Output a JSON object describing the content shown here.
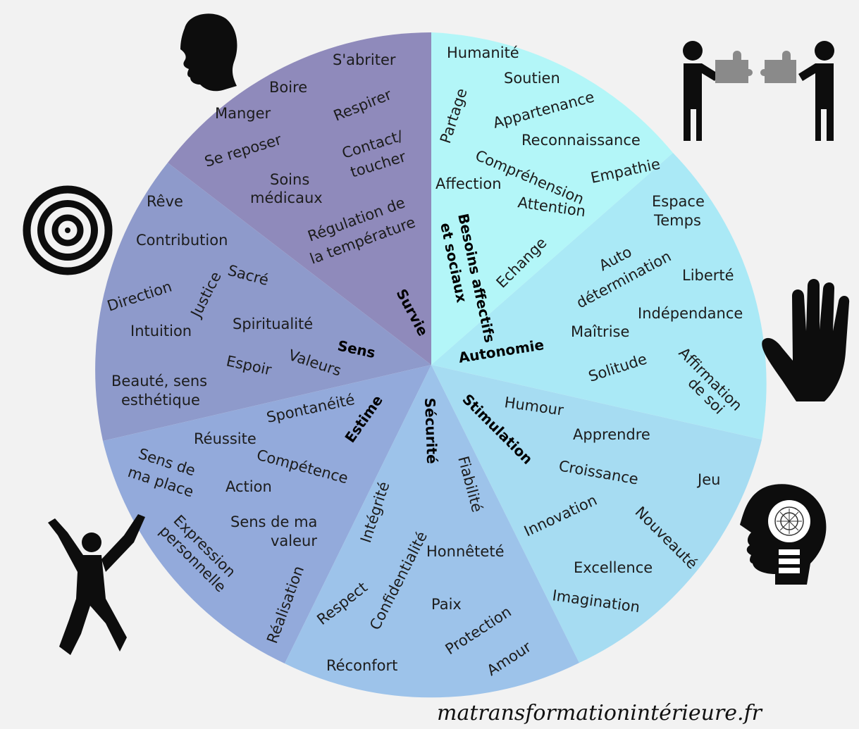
{
  "colors": {
    "survie": "#8f8abb",
    "sens": "#8e9acb",
    "estime": "#93aadb",
    "securite": "#9dc3ea",
    "stimulation": "#a6dcf2",
    "autonomie": "#aae9f6",
    "affectifs": "#b3f6f8",
    "icon": "#0d0d0d",
    "puzzle": "#8a8a8a"
  },
  "icons": [
    "head-icon",
    "puzzle-handshake-icon",
    "spiral-icon",
    "raised-hand-icon",
    "lightbulb-head-icon",
    "jumping-person-icon"
  ],
  "categories": {
    "survie": "Survie",
    "affectifs_1": "Besoins affectifs",
    "affectifs_2": "et sociaux",
    "autonomie": "Autonomie",
    "stimulation": "Stimulation",
    "securite": "Sécurité",
    "estime": "Estime",
    "sens": "Sens"
  },
  "needs": {
    "survie": {
      "abriter": "S'abriter",
      "boire": "Boire",
      "manger": "Manger",
      "respirer": "Respirer",
      "reposer": "Se reposer",
      "contact": "Contact/",
      "toucher": "toucher",
      "soins": "Soins",
      "medicaux": "médicaux",
      "regulation": "Régulation de",
      "temperature": "la température"
    },
    "affectifs": {
      "humanite": "Humanité",
      "soutien": "Soutien",
      "partage": "Partage",
      "appartenance": "Appartenance",
      "reconnaissance": "Reconnaissance",
      "comprehension": "Compréhension",
      "empathie": "Empathie",
      "affection": "Affection",
      "attention": "Attention",
      "echange": "Echange"
    },
    "autonomie": {
      "espace": "Espace",
      "temps": "Temps",
      "auto": "Auto",
      "determination": "détermination",
      "liberte": "Liberté",
      "independance": "Indépendance",
      "maitrise": "Maîtrise",
      "solitude": "Solitude",
      "affirmation": "Affirmation",
      "desoi": "de soi"
    },
    "stimulation": {
      "humour": "Humour",
      "apprendre": "Apprendre",
      "croissance": "Croissance",
      "jeu": "Jeu",
      "innovation": "Innovation",
      "nouveaute": "Nouveauté",
      "excellence": "Excellence",
      "imagination": "Imagination"
    },
    "securite": {
      "fiabilite": "Fiabilité",
      "integrite": "Intégrité",
      "confidentialite": "Confidentialité",
      "honnetete": "Honnêteté",
      "respect": "Respect",
      "paix": "Paix",
      "protection": "Protection",
      "amour": "Amour",
      "reconfort": "Réconfort"
    },
    "estime": {
      "spontaneite": "Spontanéité",
      "reussite": "Réussite",
      "competence": "Compétence",
      "sensde": "Sens de",
      "maplace": "ma place",
      "action": "Action",
      "expression": "Expression",
      "personnelle": "personnelle",
      "sensdema": "Sens de ma",
      "valeur": "valeur",
      "realisation": "Réalisation"
    },
    "sens": {
      "reve": "Rêve",
      "contribution": "Contribution",
      "direction": "Direction",
      "justice": "Justice",
      "sacre": "Sacré",
      "intuition": "Intuition",
      "spiritualite": "Spiritualité",
      "espoir": "Espoir",
      "valeurs": "Valeurs",
      "beaute": "Beauté, sens",
      "esthetique": "esthétique"
    }
  },
  "website": "matransformationintérieure.fr"
}
